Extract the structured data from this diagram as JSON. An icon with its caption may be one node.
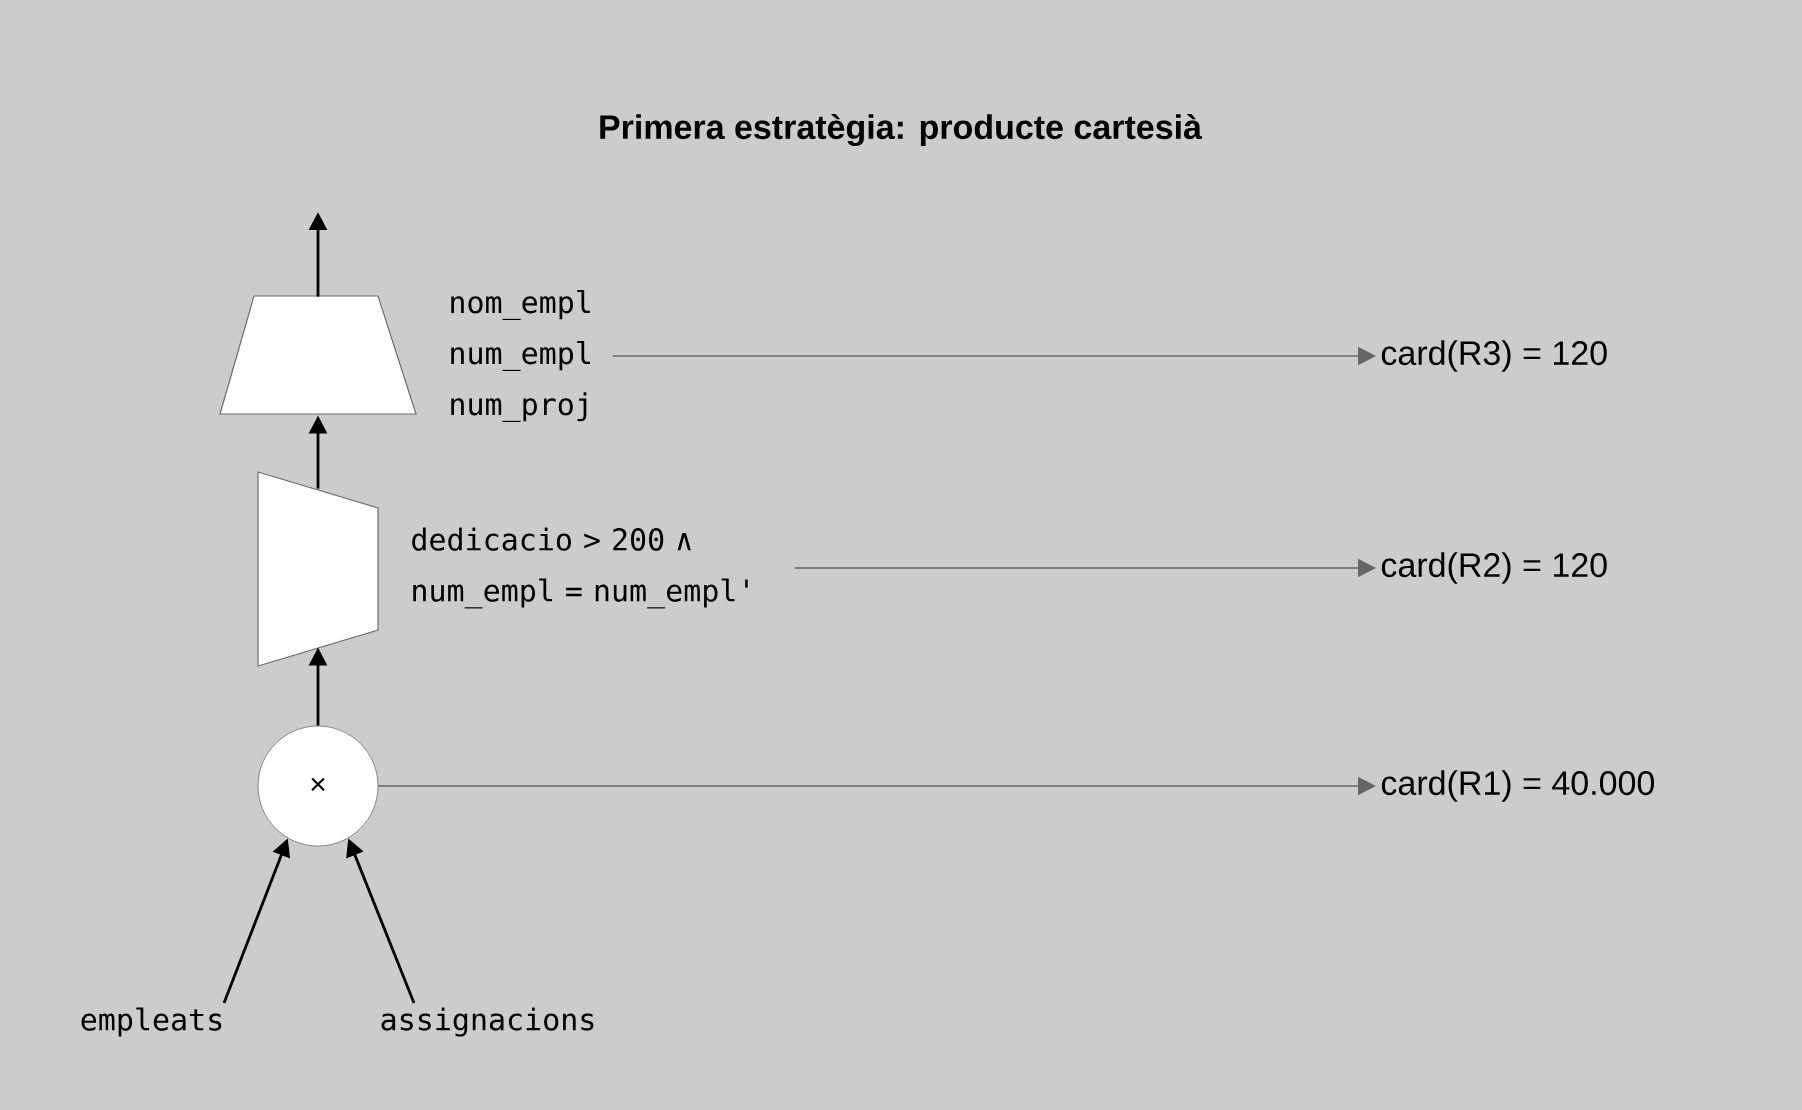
{
  "diagram": {
    "title": "Primera estratègia: producte cartesià",
    "nodes": [
      {
        "text": [],
        "shape": "trapezoid"
      },
      {
        "text": [
          "nom_empl num_empl num_proj"
        ]
      },
      {
        "text": [],
        "shape": "trapezoid"
      },
      {
        "text": [
          "dedicacio > 200 ∧ num_empl = num_empl'"
        ]
      },
      {
        "text": [
          "×"
        ]
      },
      {
        "text": [
          "empleats"
        ]
      },
      {
        "text": [
          "assignacions"
        ]
      },
      {
        "text": [
          "card(R3) = 120"
        ]
      },
      {
        "text": [
          "card(R2) = 120"
        ]
      },
      {
        "text": [
          "card(R1) = 40.000"
        ]
      }
    ],
    "edges": [
      {
        "from": 0,
        "to": null,
        "arrow": "to"
      },
      {
        "from": 2,
        "to": 0,
        "arrow": "to"
      },
      {
        "from": 4,
        "to": 2,
        "arrow": "to"
      },
      {
        "from": 5,
        "to": 4,
        "arrow": "to"
      },
      {
        "from": 6,
        "to": 4,
        "arrow": "to"
      },
      {
        "from": 1,
        "to": 7,
        "arrow": "to",
        "color": "#666666"
      },
      {
        "from": 3,
        "to": 8,
        "arrow": "to",
        "color": "#666666"
      },
      {
        "from": 4,
        "to": 9,
        "arrow": "to",
        "color": "#666666"
      }
    ]
  }
}
